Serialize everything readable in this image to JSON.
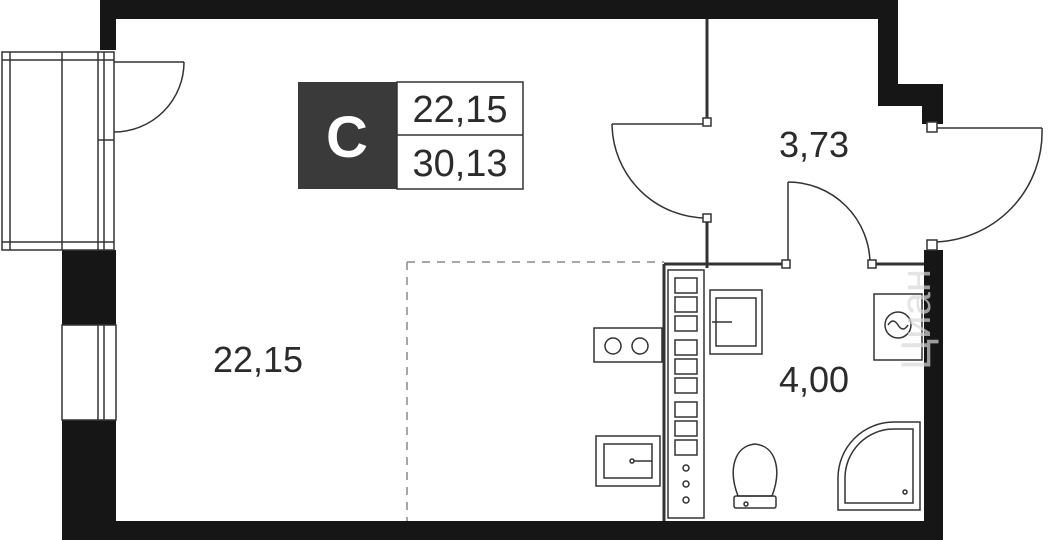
{
  "apartment": {
    "type_letter": "С",
    "living_area": "22,15",
    "total_area": "30,13"
  },
  "rooms": {
    "main_room_area": "22,15",
    "hallway_area": "3,73",
    "bathroom_area": "4,00"
  },
  "watermark": "Циан",
  "colors": {
    "wall": "#161616",
    "badge_bg": "#3a3a3a",
    "badge_text": "#ffffff",
    "line": "#333333",
    "dashed": "#8a8a8a",
    "background": "#ffffff"
  }
}
